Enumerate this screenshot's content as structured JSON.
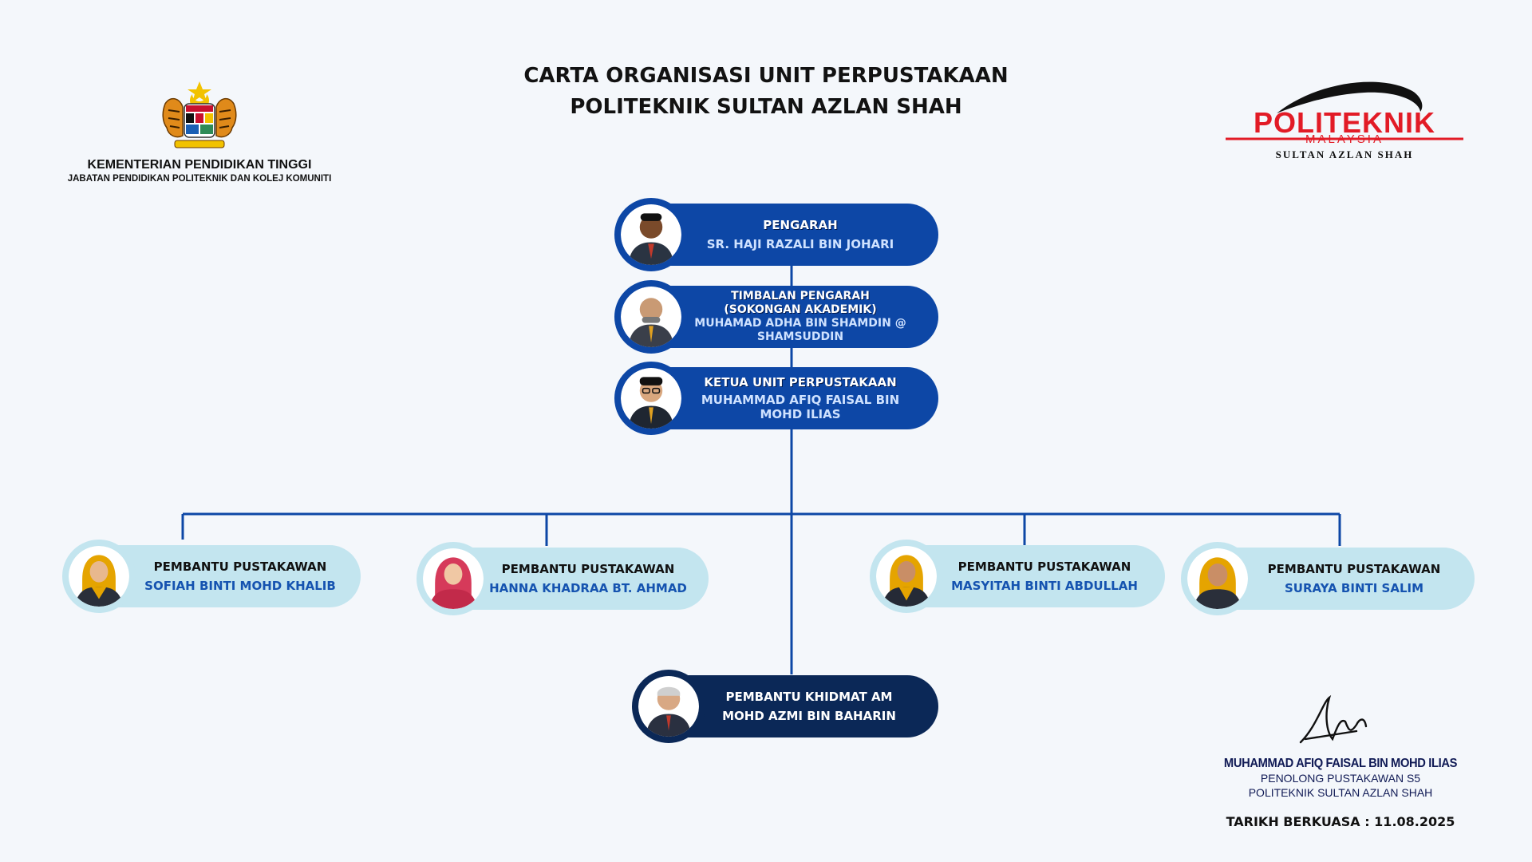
{
  "header": {
    "title_line1": "CARTA ORGANISASI UNIT PERPUSTAKAAN",
    "title_line2": "POLITEKNIK SULTAN AZLAN SHAH",
    "ministry": "KEMENTERIAN PENDIDIKAN TINGGI",
    "department": "JABATAN PENDIDIKAN POLITEKNIK DAN KOLEJ KOMUNITI",
    "logo_word": "POLITEKNIK",
    "logo_country": "MALAYSIA",
    "logo_campus": "SULTAN AZLAN SHAH"
  },
  "staff": {
    "director": {
      "role": "PENGARAH",
      "name": "SR. HAJI RAZALI BIN JOHARI"
    },
    "deputy": {
      "role": "TIMBALAN PENGARAH (SOKONGAN AKADEMIK)",
      "role_line1": "TIMBALAN PENGARAH",
      "role_line2": "(SOKONGAN AKADEMIK)",
      "name_line1": "MUHAMAD ADHA BIN SHAMDIN @",
      "name_line2": "SHAMSUDDIN"
    },
    "head": {
      "role": "KETUA UNIT PERPUSTAKAAN",
      "name_line1": "MUHAMMAD AFIQ FAISAL BIN",
      "name_line2": "MOHD ILIAS"
    },
    "assistants": [
      {
        "role": "PEMBANTU PUSTAKAWAN",
        "name": "SOFIAH BINTI MOHD KHALIB"
      },
      {
        "role": "PEMBANTU PUSTAKAWAN",
        "name": "HANNA KHADRAA BT. AHMAD"
      },
      {
        "role": "PEMBANTU PUSTAKAWAN",
        "name": "MASYITAH BINTI ABDULLAH"
      },
      {
        "role": "PEMBANTU PUSTAKAWAN",
        "name": "SURAYA BINTI SALIM"
      }
    ],
    "general": {
      "role": "PEMBANTU KHIDMAT AM",
      "name": "MOHD AZMI BIN BAHARIN"
    }
  },
  "footer": {
    "signer_name": "MUHAMMAD AFIQ FAISAL BIN MOHD ILIAS",
    "signer_post": "PENOLONG PUSTAKAWAN S5",
    "signer_org": "POLITEKNIK SULTAN AZLAN SHAH",
    "effective_date": "TARIKH BERKUASA : 11.08.2025"
  },
  "colors": {
    "primary_card": "#0d47a6",
    "navy_card": "#0b2857",
    "light_card": "#c3e5ef",
    "connector": "#0d47a6",
    "logo_red": "#e21b26",
    "background": "#f4f7fb"
  }
}
